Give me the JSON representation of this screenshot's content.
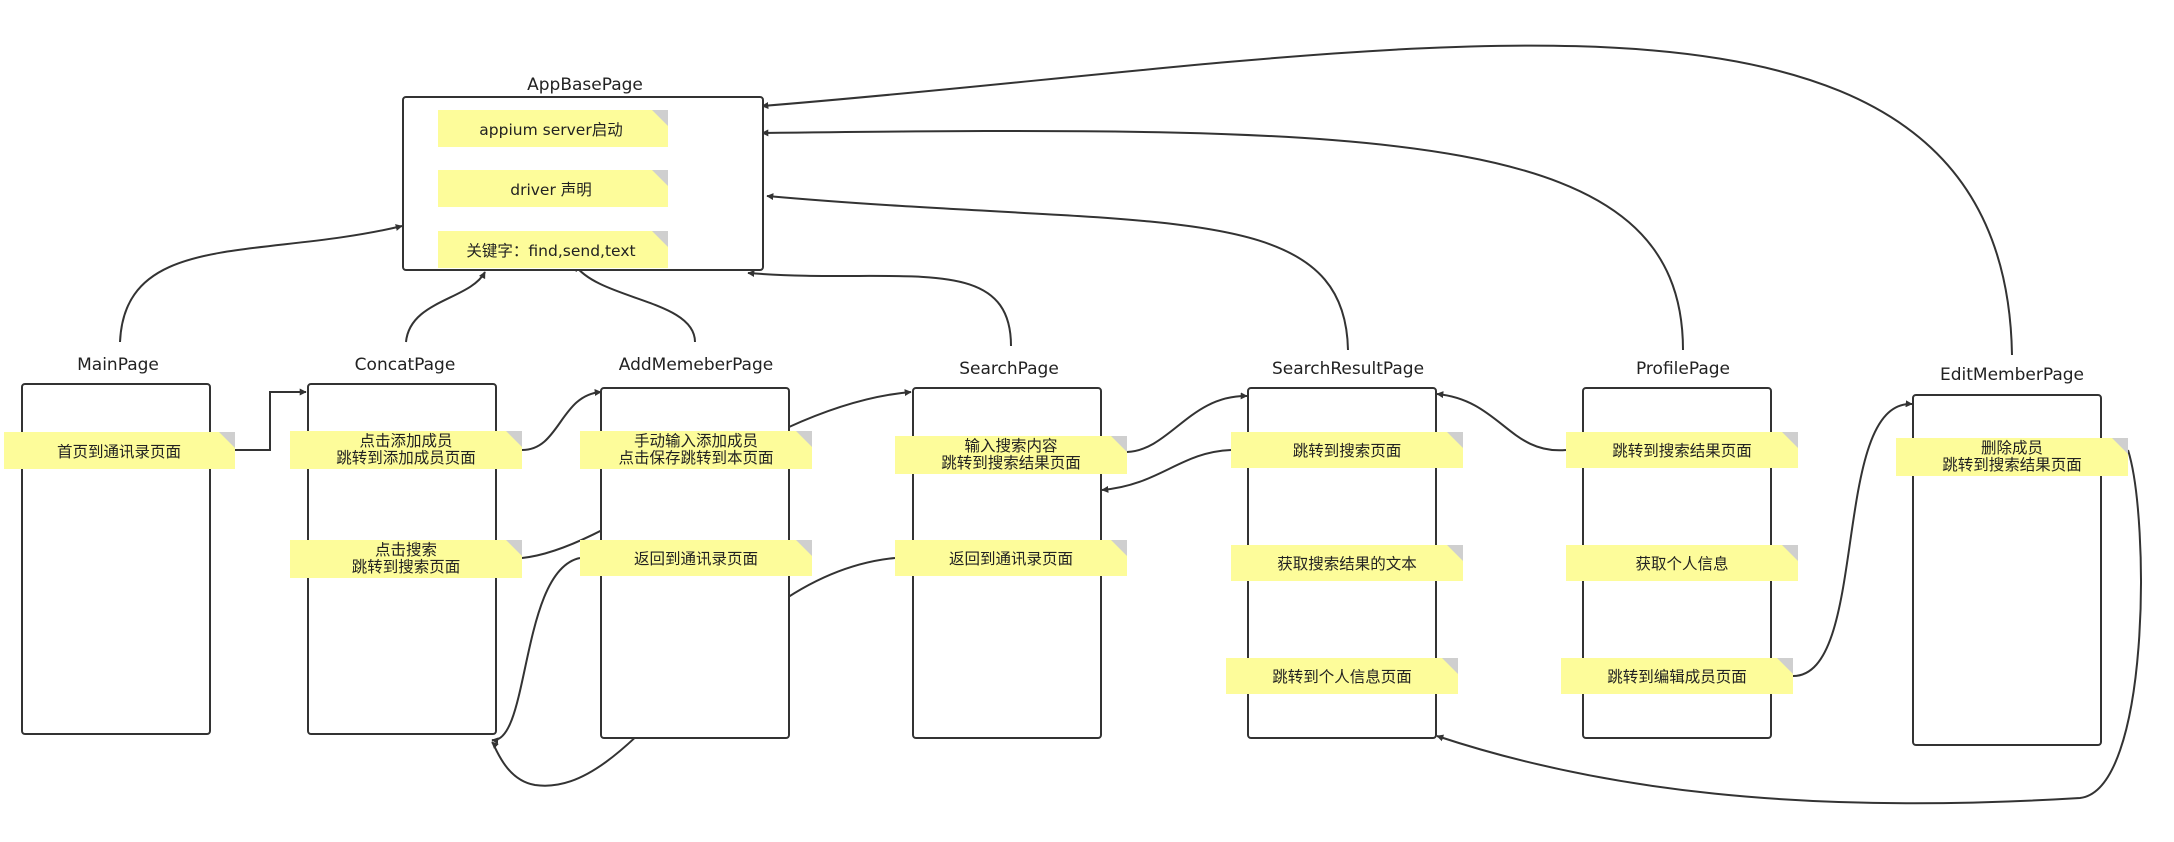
{
  "diagram": {
    "colors": {
      "note_fill": "#fdfc9a",
      "note_fold": "#cfcfcf",
      "stroke": "#333333",
      "text": "#222222"
    },
    "nodes": [
      {
        "id": "app",
        "title": "AppBasePage",
        "notes": [
          {
            "lines": [
              "appium server启动"
            ]
          },
          {
            "lines": [
              "driver 声明"
            ]
          },
          {
            "lines": [
              "关键字：find,send,text"
            ]
          }
        ]
      },
      {
        "id": "main",
        "title": "MainPage",
        "notes": [
          {
            "lines": [
              "首页到通讯录页面"
            ]
          }
        ]
      },
      {
        "id": "concat",
        "title": "ConcatPage",
        "notes": [
          {
            "lines": [
              "点击添加成员",
              "跳转到添加成员页面"
            ]
          },
          {
            "lines": [
              "点击搜索",
              "跳转到搜索页面"
            ]
          }
        ]
      },
      {
        "id": "add",
        "title": "AddMemeberPage",
        "notes": [
          {
            "lines": [
              "手动输入添加成员",
              "点击保存跳转到本页面"
            ]
          },
          {
            "lines": [
              "返回到通讯录页面"
            ]
          }
        ]
      },
      {
        "id": "search",
        "title": "SearchPage",
        "notes": [
          {
            "lines": [
              "输入搜索内容",
              "跳转到搜索结果页面"
            ]
          },
          {
            "lines": [
              "返回到通讯录页面"
            ]
          }
        ]
      },
      {
        "id": "result",
        "title": "SearchResultPage",
        "notes": [
          {
            "lines": [
              "跳转到搜索页面"
            ]
          },
          {
            "lines": [
              "获取搜索结果的文本"
            ]
          },
          {
            "lines": [
              "跳转到个人信息页面"
            ]
          }
        ]
      },
      {
        "id": "profile",
        "title": "ProfilePage",
        "notes": [
          {
            "lines": [
              "跳转到搜索结果页面"
            ]
          },
          {
            "lines": [
              "获取个人信息"
            ]
          },
          {
            "lines": [
              "跳转到编辑成员页面"
            ]
          }
        ]
      },
      {
        "id": "edit",
        "title": "EditMemberPage",
        "notes": [
          {
            "lines": [
              "删除成员",
              "跳转到搜索结果页面"
            ]
          }
        ]
      }
    ],
    "edges": [
      {
        "from": "main",
        "to": "app"
      },
      {
        "from": "concat",
        "to": "app"
      },
      {
        "from": "add",
        "to": "app"
      },
      {
        "from": "search",
        "to": "app"
      },
      {
        "from": "result",
        "to": "app"
      },
      {
        "from": "profile",
        "to": "app"
      },
      {
        "from": "edit",
        "to": "app"
      },
      {
        "from": "main.note1",
        "to": "concat"
      },
      {
        "from": "concat.note1",
        "to": "add"
      },
      {
        "from": "concat.note2",
        "to": "search"
      },
      {
        "from": "add.note2",
        "to": "concat"
      },
      {
        "from": "search.note2",
        "to": "concat"
      },
      {
        "from": "search.note1",
        "to": "result"
      },
      {
        "from": "result.note1",
        "to": "search"
      },
      {
        "from": "profile.note1",
        "to": "result"
      },
      {
        "from": "profile.note3",
        "to": "edit"
      },
      {
        "from": "edit.note1",
        "to": "result"
      }
    ]
  }
}
